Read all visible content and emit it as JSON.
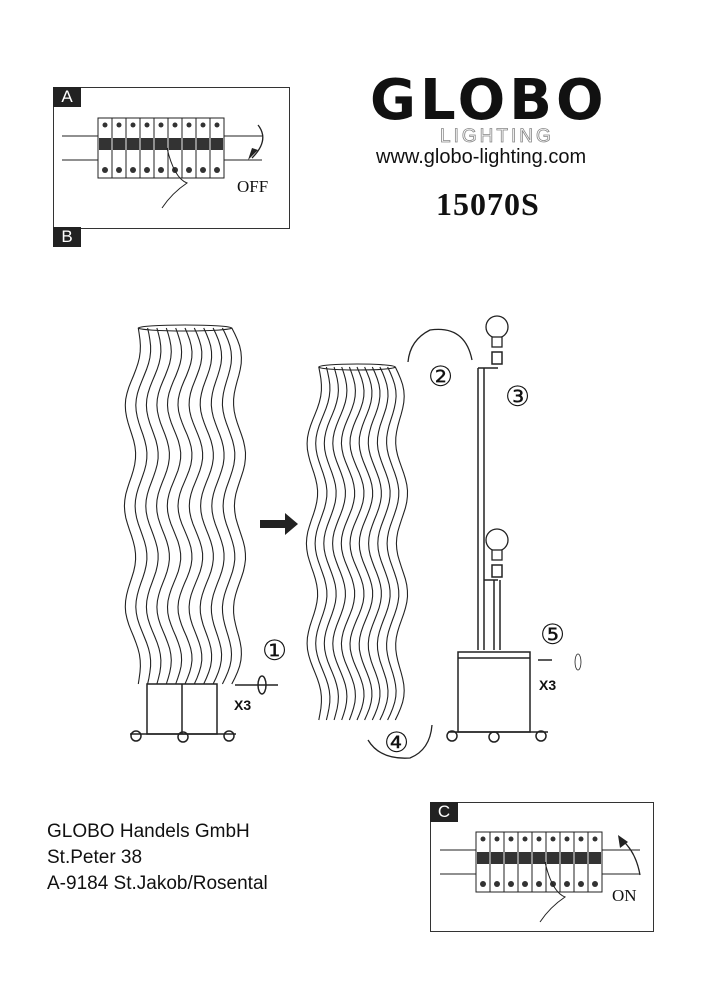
{
  "header": {
    "brand": "GLOBO",
    "brand_sub": "LIGHTING",
    "url": "www.globo-lighting.com",
    "model": "15070S"
  },
  "panel_a": {
    "label_a": "A",
    "label_b": "B",
    "switch_text": "OFF"
  },
  "panel_c": {
    "label": "C",
    "switch_text": "ON"
  },
  "steps": {
    "s1": "①",
    "s2": "②",
    "s3": "③",
    "s4": "④",
    "s5": "⑤",
    "qty1": "X3",
    "qty2": "X3"
  },
  "address": {
    "line1": "GLOBO Handels GmbH",
    "line2": "St.Peter 38",
    "line3": "A-9184 St.Jakob/Rosental"
  }
}
